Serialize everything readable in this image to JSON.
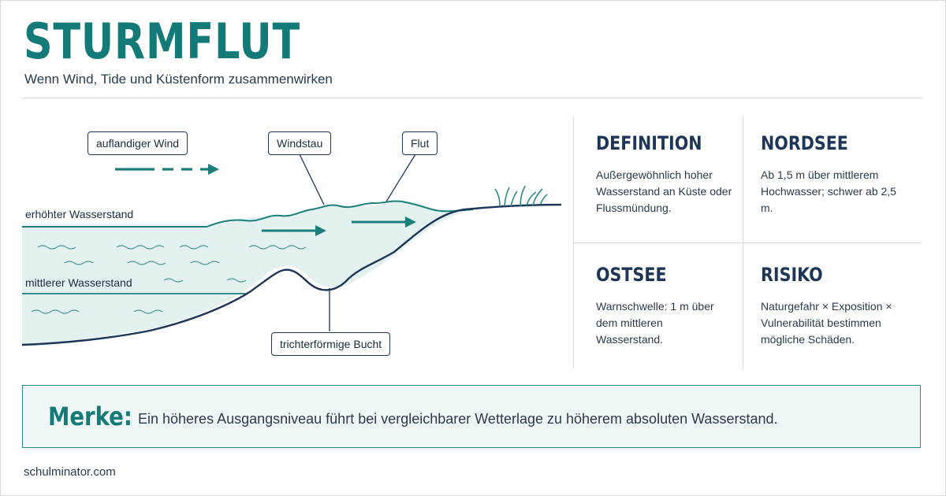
{
  "header": {
    "title": "STURMFLUT",
    "subtitle": "Wenn Wind, Tide und Küstenform zusammenwirken"
  },
  "diagram": {
    "callouts": {
      "wind": "auflandiger Wind",
      "windstau": "Windstau",
      "flut": "Flut",
      "bucht": "trichterförmige Bucht"
    },
    "levels": {
      "raised": "erhöhter Wasserstand",
      "mean": "mittlerer Wasserstand"
    },
    "colors": {
      "water": "#e3f1f0",
      "water_line": "#1d7f7b",
      "coast": "#1d3557",
      "arrow": "#1a7f7a"
    }
  },
  "info": [
    {
      "heading": "DEFINITION",
      "text": "Außergewöhnlich hoher Wasserstand an Küste oder Flussmündung."
    },
    {
      "heading": "NORDSEE",
      "text": "Ab 1,5 m über mittlerem Hochwasser; schwer ab 2,5 m."
    },
    {
      "heading": "OSTSEE",
      "text": "Warnschwelle: 1 m über dem mittleren Wasserstand."
    },
    {
      "heading": "RISIKO",
      "text": "Naturgefahr × Exposition × Vulnerabilität bestimmen mögliche Schäden."
    }
  ],
  "merke": {
    "label": "Merke:",
    "text": "Ein höheres Ausgangsniveau führt bei vergleichbarer Wetterlage zu höherem absoluten Wasserstand."
  },
  "footer": "schulminator.com",
  "colors": {
    "accent": "#147a78",
    "navy": "#1d3557"
  }
}
